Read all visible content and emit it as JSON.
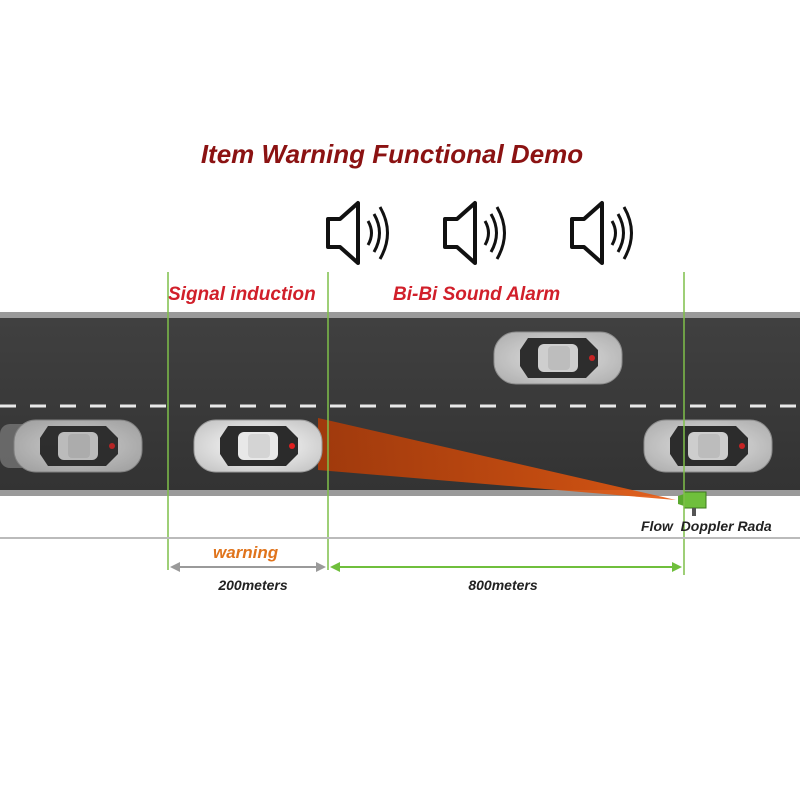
{
  "diagram": {
    "title": "Item Warning Functional Demo",
    "zone_signal": "Signal induction",
    "zone_alarm": "Bi-Bi Sound Alarm",
    "warning_label": "warning",
    "distance_short": "200meters",
    "distance_long": "800meters",
    "device_label": "Flow  Doppler Rada",
    "speaker_icons": [
      "speaker-icon",
      "speaker-icon",
      "speaker-icon"
    ]
  },
  "colors": {
    "title": "#8b1212",
    "zone_text": "#d11f2a",
    "warning_text": "#e0741c",
    "guide_line": "#7fbf4a",
    "road": "#3a3a3a",
    "beam": "#e85a10",
    "radar": "#6fbf3c"
  }
}
